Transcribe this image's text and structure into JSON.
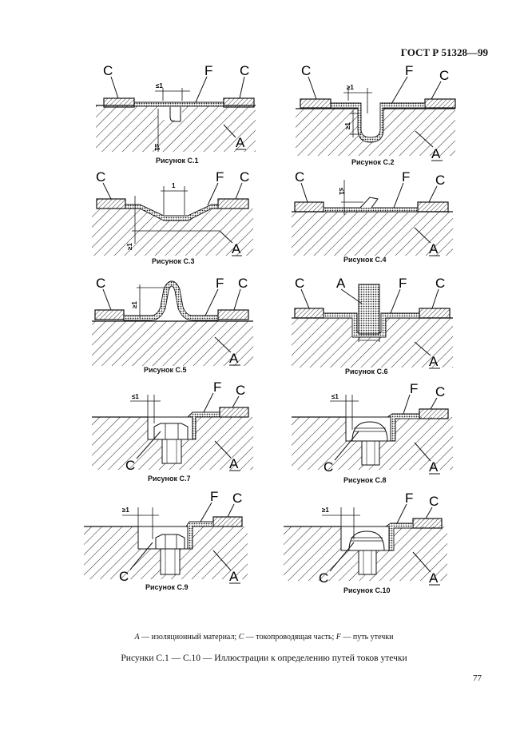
{
  "header": {
    "doc_id": "ГОСТ Р 51328—99"
  },
  "labels": {
    "A": "A",
    "C": "C",
    "F": "F"
  },
  "dims": {
    "le1": "≤1",
    "ge1": "≥1",
    "one": "1"
  },
  "figures": [
    {
      "caption": "Рисунок C.1"
    },
    {
      "caption": "Рисунок C.2"
    },
    {
      "caption": "Рисунок C.3"
    },
    {
      "caption": "Рисунок C.4"
    },
    {
      "caption": "Рисунок C.5"
    },
    {
      "caption": "Рисунок C.6"
    },
    {
      "caption": "Рисунок C.7"
    },
    {
      "caption": "Рисунок C.8"
    },
    {
      "caption": "Рисунок C.9"
    },
    {
      "caption": "Рисунок C.10"
    }
  ],
  "legend": {
    "a_key": "A",
    "a_text": " — изоляционный материал; ",
    "c_key": "C",
    "c_text": " — токопроводящая часть; ",
    "f_key": "F",
    "f_text": " — путь утечки"
  },
  "title": "Рисунки С.1 — С.10 — Иллюстрации к определению путей токов утечки",
  "page_number": "77"
}
